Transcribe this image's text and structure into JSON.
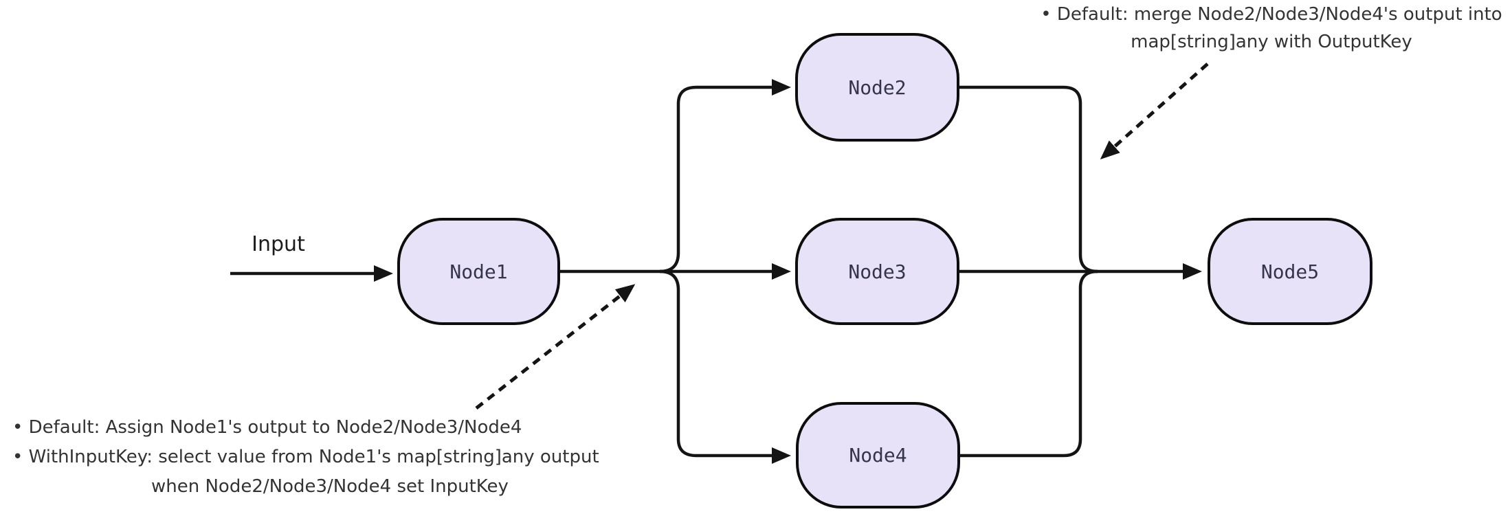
{
  "diagram": {
    "background_color": "#ffffff",
    "edge_color": "#141414",
    "node_fill_color": "#e8e2f8",
    "node_border_color": "#0d0d0d",
    "node_label_color": "#34344a",
    "annotation_text_color": "#333333",
    "input_edge_label": "Input",
    "nodes": [
      {
        "id": "node1",
        "label": "Node1"
      },
      {
        "id": "node2",
        "label": "Node2"
      },
      {
        "id": "node3",
        "label": "Node3"
      },
      {
        "id": "node4",
        "label": "Node4"
      },
      {
        "id": "node5",
        "label": "Node5"
      }
    ],
    "annotations": {
      "merge_note": {
        "lines": [
          "• Default: merge Node2/Node3/Node4's output into",
          "map[string]any with OutputKey"
        ]
      },
      "assign_note": {
        "lines": [
          "• Default: Assign Node1's output to Node2/Node3/Node4",
          "• WithInputKey: select value from Node1's map[string]any output",
          "when Node2/Node3/Node4 set InputKey"
        ]
      }
    }
  }
}
